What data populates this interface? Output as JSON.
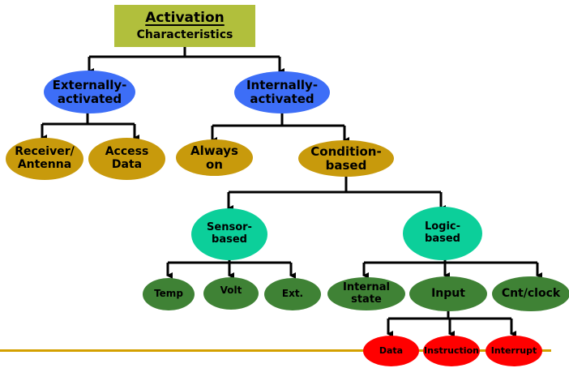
{
  "diagram": {
    "title": "Activation Characteristics",
    "colors": {
      "root": "#b1bf3c",
      "level1": "#3d6ef7",
      "level2": "#c89a0c",
      "level3": "#0ccf9a",
      "level4": "#3f8235",
      "level5": "#ff0000",
      "connector": "#000000",
      "footer_rule": "#d4a000"
    },
    "root": {
      "line1": "Activation",
      "line2": "Characteristics"
    },
    "level1": {
      "external": {
        "line1": "Externally-",
        "line2": "activated"
      },
      "internal": {
        "line1": "Internally-",
        "line2": "activated"
      }
    },
    "level2": {
      "receiver": {
        "line1": "Receiver/",
        "line2": "Antenna"
      },
      "access": {
        "line1": "Access",
        "line2": "Data"
      },
      "always": {
        "line1": "Always",
        "line2": "on"
      },
      "condition": {
        "line1": "Condition-",
        "line2": "based"
      }
    },
    "level3": {
      "sensor": {
        "line1": "Sensor-",
        "line2": "based"
      },
      "logic": {
        "line1": "Logic-",
        "line2": "based"
      }
    },
    "level4": {
      "temp": "Temp",
      "volt": "Volt",
      "ext": "Ext.",
      "internal_state": {
        "line1": "Internal",
        "line2": "state"
      },
      "input": "Input",
      "cnt_clock": "Cnt/clock"
    },
    "level5": {
      "data": "Data",
      "instruction": "Instruction",
      "interrupt": "Interrupt"
    },
    "edges": [
      [
        "Activation Characteristics",
        "Externally-activated"
      ],
      [
        "Activation Characteristics",
        "Internally-activated"
      ],
      [
        "Externally-activated",
        "Receiver/Antenna"
      ],
      [
        "Externally-activated",
        "Access Data"
      ],
      [
        "Internally-activated",
        "Always on"
      ],
      [
        "Internally-activated",
        "Condition-based"
      ],
      [
        "Condition-based",
        "Sensor-based"
      ],
      [
        "Condition-based",
        "Logic-based"
      ],
      [
        "Sensor-based",
        "Temp"
      ],
      [
        "Sensor-based",
        "Volt"
      ],
      [
        "Sensor-based",
        "Ext."
      ],
      [
        "Logic-based",
        "Internal state"
      ],
      [
        "Logic-based",
        "Input"
      ],
      [
        "Logic-based",
        "Cnt/clock"
      ],
      [
        "Input",
        "Data"
      ],
      [
        "Input",
        "Instruction"
      ],
      [
        "Input",
        "Interrupt"
      ]
    ]
  }
}
